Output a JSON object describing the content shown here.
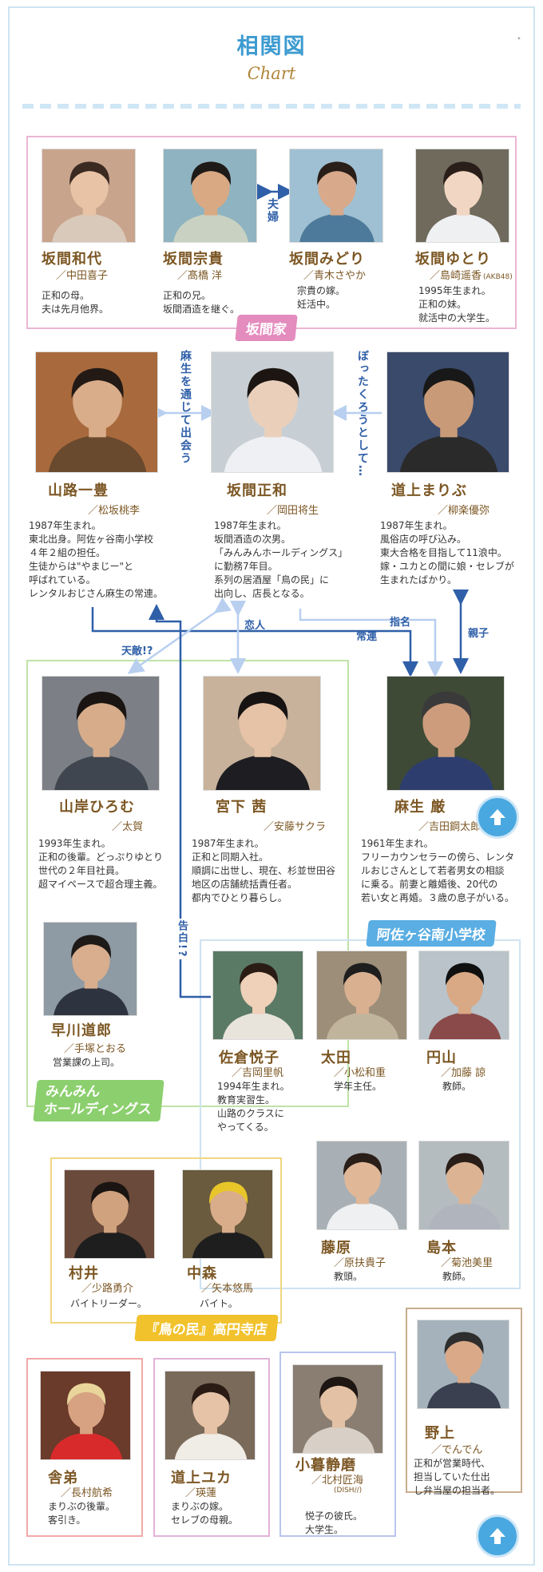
{
  "header": {
    "title": "相関図",
    "subtitle": "Chart",
    "corner_mark": "ᐩ"
  },
  "groups": {
    "sakama": "坂間家",
    "minmin": "みんみん\nホールディングス",
    "school": "阿佐ヶ谷南小学校",
    "toritami": "『鳥の民』高円寺店"
  },
  "relations": {
    "fuufu": "夫婦",
    "asou_tsujite": "麻生を通じて出会う",
    "botakuro": "ぼったくろうとして…",
    "tenteki": "天敵!?",
    "koibito": "恋人",
    "jouren": "常連",
    "shimei": "指名",
    "oyako": "親子",
    "kokuhaku": "告白!?"
  },
  "people": [
    {
      "name": "坂間和代",
      "actor": "／中田喜子",
      "desc": "正和の母。\n夫は先月他界。",
      "photo": {
        "bg": "#c9a48d",
        "skin": "#e9c3a5",
        "hair": "#3a2a22",
        "cloth": "#d9c9bb"
      }
    },
    {
      "name": "坂間宗貴",
      "actor": "／髙橋 洋",
      "desc": "正和の兄。\n坂間酒造を継ぐ。",
      "photo": {
        "bg": "#8fb3c0",
        "skin": "#d9a983",
        "hair": "#1e1a18",
        "cloth": "#c9d2c2"
      }
    },
    {
      "name": "坂間みどり",
      "actor": "／青木さやか",
      "desc": "宗貴の嫁。\n妊活中。",
      "photo": {
        "bg": "#9fc0d2",
        "skin": "#d8a98a",
        "hair": "#2a1e18",
        "cloth": "#4d7a9a"
      }
    },
    {
      "name": "坂間ゆとり",
      "actor": "／島崎遥香",
      "actor_note": "(AKB48)",
      "desc": "1995年生まれ。\n正和の妹。\n就活中の大学生。",
      "photo": {
        "bg": "#6f6a5c",
        "skin": "#f1d6c3",
        "hair": "#2a1e1a",
        "cloth": "#eef0f2"
      }
    },
    {
      "name": "山路一豊",
      "actor": "／松坂桃李",
      "desc": "1987年生まれ。\n東北出身。阿佐ヶ谷南小学校\n４年２組の担任。\n生徒からは\"やまじー\"と\n呼ばれている。\nレンタルおじさん麻生の常連。",
      "photo": {
        "bg": "#a86a3c",
        "skin": "#d9ad8a",
        "hair": "#231a15",
        "cloth": "#6a4a2e"
      }
    },
    {
      "name": "坂間正和",
      "actor": "／岡田将生",
      "desc": "1987年生まれ。\n坂間酒造の次男。\n「みんみんホールディングス」\nに勤務7年目。\n系列の居酒屋「鳥の民」に\n出向し、店長となる。",
      "photo": {
        "bg": "#c8cfd4",
        "skin": "#ead0bb",
        "hair": "#1c1512",
        "cloth": "#eef0f3"
      }
    },
    {
      "name": "道上まりぶ",
      "actor": "／柳楽優弥",
      "desc": "1987年生まれ。\n風俗店の呼び込み。\n東大合格を目指して11浪中。\n嫁・ユカとの間に娘・セレブが\n生まれたばかり。",
      "photo": {
        "bg": "#3a4a6a",
        "skin": "#c99a78",
        "hair": "#181818",
        "cloth": "#2a2a2a"
      }
    },
    {
      "name": "山岸ひろむ",
      "actor": "／太賀",
      "desc": "1993年生まれ。\n正和の後輩。どっぷりゆとり\n世代の２年目社員。\n超マイペースで超合理主義。",
      "photo": {
        "bg": "#7c7f85",
        "skin": "#d6ac8b",
        "hair": "#1a1512",
        "cloth": "#3f4650"
      }
    },
    {
      "name": "宮下 茜",
      "actor": "／安藤サクラ",
      "desc": "1987年生まれ。\n正和と同期入社。\n順調に出世し、現在、杉並世田谷\n地区の店舗統括責任者。\n都内でひとり暮らし。",
      "photo": {
        "bg": "#c8b29c",
        "skin": "#e6c2a6",
        "hair": "#171312",
        "cloth": "#1e1e22"
      }
    },
    {
      "name": "麻生 厳",
      "actor": "／吉田鋼太郎",
      "desc": "1961年生まれ。\nフリーカウンセラーの傍ら、レンタ\nルおじさんとして若者男女の相談\nに乗る。前妻と離婚後、20代の\n若い女と再婚。３歳の息子がいる。",
      "photo": {
        "bg": "#3e4a36",
        "skin": "#cc9c7c",
        "hair": "#3a3a3a",
        "cloth": "#2d3e6e"
      }
    },
    {
      "name": "早川道郎",
      "actor": "／手塚とおる",
      "desc": "営業課の上司。",
      "photo": {
        "bg": "#8e9aa4",
        "skin": "#d8ae8e",
        "hair": "#1e1a18",
        "cloth": "#2e3340"
      }
    },
    {
      "name": "佐倉悦子",
      "actor": "／吉岡里帆",
      "desc": "1994年生まれ。\n教育実習生。\n山路のクラスに\nやってくる。",
      "photo": {
        "bg": "#5a7a66",
        "skin": "#efd0b8",
        "hair": "#2a1c14",
        "cloth": "#e8e4dc"
      }
    },
    {
      "name": "太田",
      "actor": "／小松和重",
      "desc": "学年主任。",
      "photo": {
        "bg": "#9c8e78",
        "skin": "#d9b090",
        "hair": "#1e1e1e",
        "cloth": "#c0b49c"
      }
    },
    {
      "name": "円山",
      "actor": "／加藤 諒",
      "desc": "教師。",
      "photo": {
        "bg": "#b9c3c9",
        "skin": "#d9a884",
        "hair": "#101010",
        "cloth": "#8a4a4a"
      }
    },
    {
      "name": "藤原",
      "actor": "／原扶貴子",
      "desc": "教頭。",
      "photo": {
        "bg": "#a9b0b5",
        "skin": "#e0b898",
        "hair": "#2a1e18",
        "cloth": "#eef0f2"
      }
    },
    {
      "name": "島本",
      "actor": "／菊池美里",
      "desc": "教師。",
      "photo": {
        "bg": "#b5bcc0",
        "skin": "#dcb494",
        "hair": "#2a1e18",
        "cloth": "#b0b4bc"
      }
    },
    {
      "name": "村井",
      "actor": "／少路勇介",
      "desc": "バイトリーダー。",
      "photo": {
        "bg": "#6a4a3a",
        "skin": "#d1a27e",
        "hair": "#1a1512",
        "cloth": "#1e1e1e"
      }
    },
    {
      "name": "中森",
      "actor": "／矢本悠馬",
      "desc": "バイト。",
      "photo": {
        "bg": "#6a5a3e",
        "skin": "#d9ad8a",
        "hair": "#e8c62a",
        "cloth": "#1e1e1e"
      }
    },
    {
      "name": "舎弟",
      "actor": "／長村航希",
      "desc": "まりぶの後輩。\n客引き。",
      "photo": {
        "bg": "#6a3a2a",
        "skin": "#d6a282",
        "hair": "#e9d59a",
        "cloth": "#d82a2a"
      }
    },
    {
      "name": "道上ユカ",
      "actor": "／瑛蓮",
      "desc": "まりぶの嫁。\nセレブの母親。",
      "photo": {
        "bg": "#7a6a5a",
        "skin": "#e6c2a6",
        "hair": "#2a1c14",
        "cloth": "#f0ece6"
      }
    },
    {
      "name": "小暮静磨",
      "actor": "／北村匠海",
      "actor_note": "(DISH//)",
      "desc": "悦子の彼氏。\n大学生。",
      "photo": {
        "bg": "#8a7e72",
        "skin": "#e3c1a4",
        "hair": "#1e1612",
        "cloth": "#d8d0c6"
      }
    },
    {
      "name": "野上",
      "actor": "／でんでん",
      "desc": "正和が営業時代、\n担当していた仕出\nし弁当屋の担当者。",
      "photo": {
        "bg": "#a5b2bb",
        "skin": "#d9a988",
        "hair": "#2e2e2e",
        "cloth": "#3a4050"
      }
    }
  ],
  "colors": {
    "sakama": "#eab6d4",
    "sakama_tag": "#e48cbe",
    "minmin": "#bfe3a8",
    "minmin_tag": "#8ccf6e",
    "school": "#cfe3f1",
    "school_tag": "#5aaee3",
    "toritami": "#f0d680",
    "toritami_tag": "#f1c22c",
    "relation_line": "#2f5fa8",
    "light_line": "#b8cff0",
    "name": "#7c5724",
    "title": "#3d9bd0"
  },
  "buttons": {
    "to_top": "to-top",
    "to_top_icon": "arrow-up-icon"
  }
}
